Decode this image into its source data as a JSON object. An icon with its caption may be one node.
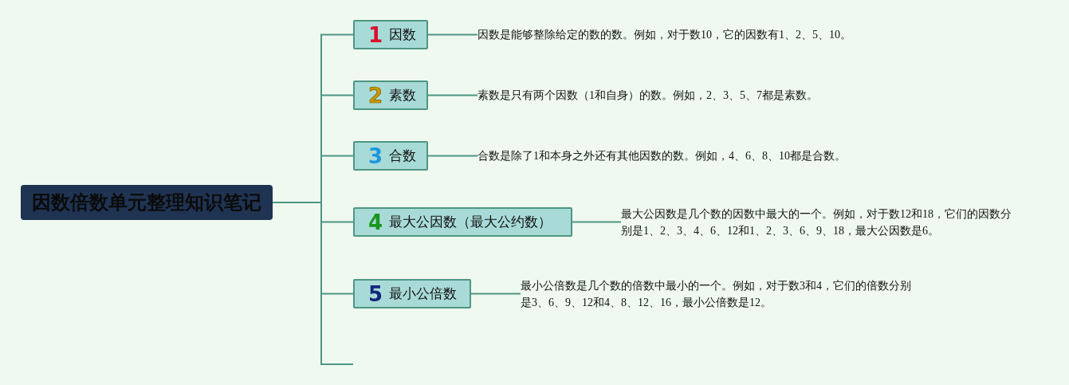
{
  "diagram": {
    "nodes": [
      {
        "text": [
          "因数倍数单元整理知识笔记"
        ]
      },
      {
        "text": [
          "1",
          "因数"
        ]
      },
      {
        "text": [
          "因数是能够整除给定的数的数。例如，对于数10，它的因数有1、2、5、10。"
        ]
      },
      {
        "text": [
          "2",
          "素数"
        ]
      },
      {
        "text": [
          "素数是只有两个因数（1和自身）的数。例如，2、3、5、7都是素数。"
        ]
      },
      {
        "text": [
          "3",
          "合数"
        ]
      },
      {
        "text": [
          "合数是除了1和本身之外还有其他因数的数。例如，4、6、8、10都是合数。"
        ]
      },
      {
        "text": [
          "4",
          "最大公因数（最大公约数）"
        ]
      },
      {
        "text": [
          "最大公因数是几个数的因数中最大的一个。例如，对于数12和18，它们的因数分别是1、2、3、4、6、12和1、2、3、6、9、18，最大公因数是6。"
        ]
      },
      {
        "text": [
          "5",
          "最小公倍数"
        ]
      },
      {
        "text": [
          "最小公倍数是几个数的倍数中最小的一个。例如，对于数3和4，它们的倍数分别是3、6、9、12和4、8、12、16，最小公倍数是12。"
        ]
      }
    ],
    "edges": [
      {
        "from": 0,
        "to": 1,
        "arrow": "none"
      },
      {
        "from": 1,
        "to": 2,
        "arrow": "none"
      },
      {
        "from": 0,
        "to": 3,
        "arrow": "none"
      },
      {
        "from": 3,
        "to": 4,
        "arrow": "none"
      },
      {
        "from": 0,
        "to": 5,
        "arrow": "none"
      },
      {
        "from": 5,
        "to": 6,
        "arrow": "none"
      },
      {
        "from": 0,
        "to": 7,
        "arrow": "none"
      },
      {
        "from": 7,
        "to": 8,
        "arrow": "none"
      },
      {
        "from": 0,
        "to": 9,
        "arrow": "none"
      },
      {
        "from": 9,
        "to": 10,
        "arrow": "none"
      },
      {
        "from": 0,
        "to": null,
        "arrow": "none"
      }
    ]
  }
}
